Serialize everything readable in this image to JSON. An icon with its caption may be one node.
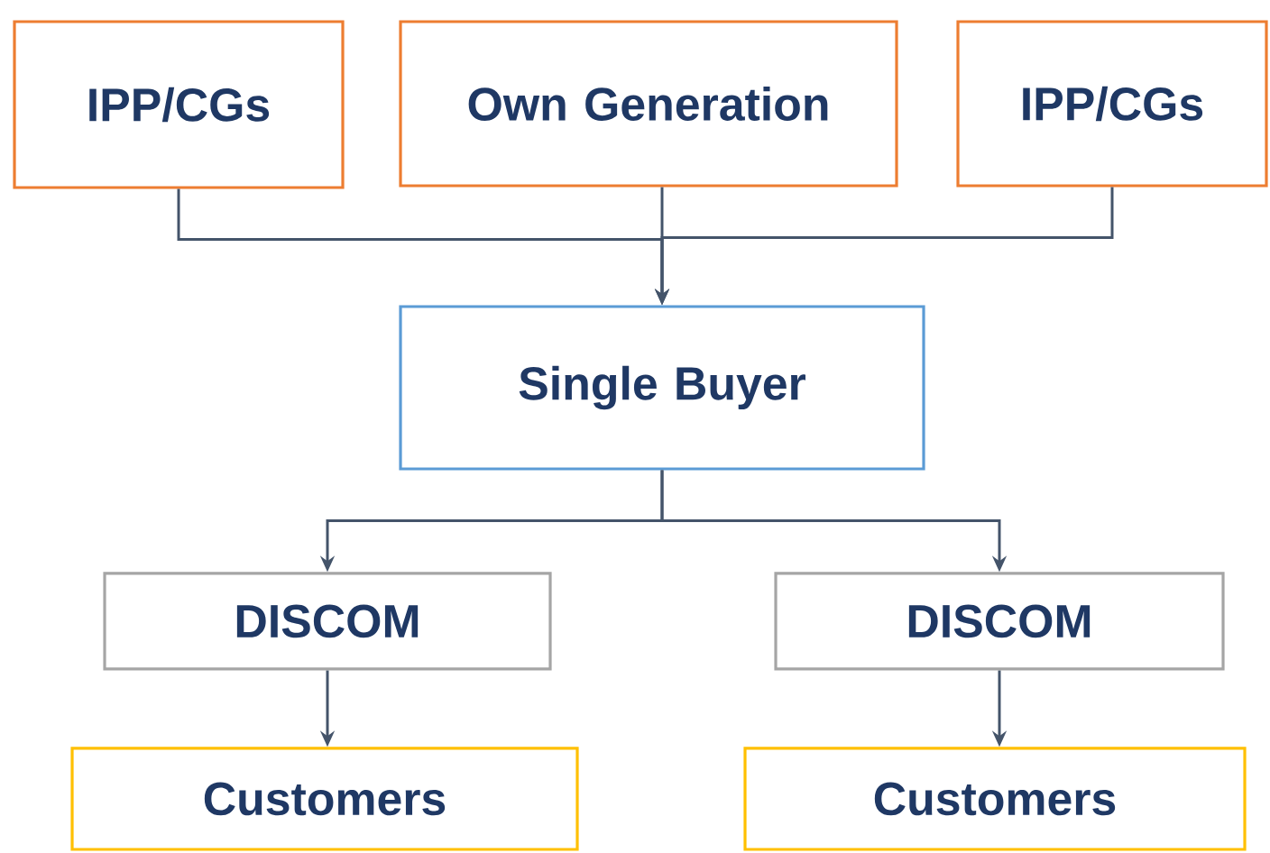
{
  "diagram": {
    "nodes": [
      {
        "text": [
          "IPP/CGs"
        ]
      },
      {
        "text": [
          "Own Generation"
        ]
      },
      {
        "text": [
          "IPP/CGs"
        ]
      },
      {
        "text": [
          "Single Buyer"
        ]
      },
      {
        "text": [
          "DISCOM"
        ]
      },
      {
        "text": [
          "DISCOM"
        ]
      },
      {
        "text": [
          "Customers"
        ]
      },
      {
        "text": [
          "Customers"
        ]
      }
    ],
    "edges": [
      {
        "from": 0,
        "to": 3,
        "arrow": "to"
      },
      {
        "from": 1,
        "to": 3,
        "arrow": "to"
      },
      {
        "from": 2,
        "to": 3,
        "arrow": "to"
      },
      {
        "from": 3,
        "to": 4,
        "arrow": "to"
      },
      {
        "from": 3,
        "to": 5,
        "arrow": "to"
      },
      {
        "from": 4,
        "to": 6,
        "arrow": "to"
      },
      {
        "from": 5,
        "to": 7,
        "arrow": "to"
      }
    ]
  }
}
